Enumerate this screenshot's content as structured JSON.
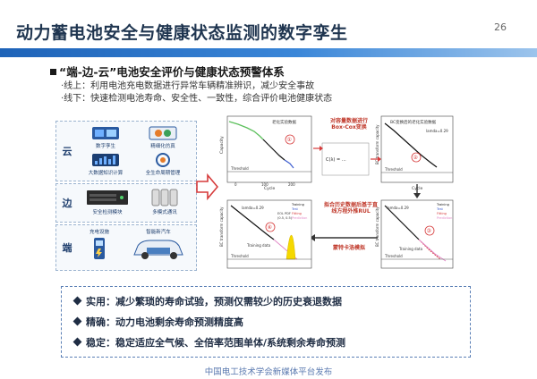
{
  "page": {
    "title": "动力蓄电池安全与健康状态监测的数字孪生",
    "number": "26"
  },
  "section": {
    "heading": "“端-边-云”电池安全评价与健康状态预警体系"
  },
  "bullets": [
    "·线上：利用电池充电数据进行异常车辆精准辨识，减少安全事故",
    "·线下：快速检测电池寿命、安全性、一致性，综合评价电池健康状态"
  ],
  "tiers": [
    {
      "label": "云",
      "items": [
        "数字孪生",
        "精细化仿真",
        "大数据知识计算",
        "全生命周期管理"
      ]
    },
    {
      "label": "边",
      "items": [
        "安全检测模块",
        "多模式通讯"
      ]
    },
    {
      "label": "端",
      "items": [
        "充电设施",
        "智能新汽车"
      ]
    }
  ],
  "charts": {
    "top_left_label": "老化实验数据",
    "top_right_label": "BC变换后的老化实验数据",
    "bottom_left_legend": [
      "Training",
      "Test",
      "Fitting",
      "Prediction"
    ],
    "bottom_right_legend": [
      "Training",
      "Test",
      "Fitting",
      "Prediction"
    ],
    "bottom_left_text": [
      "lamda=0.29",
      "EOL PDF",
      "(0.5, 0.5)"
    ],
    "bottom_right_lamda": "lamda=0.29",
    "top_right_lamda": "lamda=0.29",
    "training_label": "Training data",
    "threshold_label": "Threshold",
    "axis_x": "Cycle",
    "axis_y_left": "Capacity",
    "axis_y_right": "BC transform capacity",
    "ticks_x": [
      "0",
      "100",
      "200"
    ],
    "markers": [
      "①",
      "②",
      "③",
      "④"
    ]
  },
  "callouts": {
    "box_cox": "对容量数据进行\nBox-Cox变换",
    "fit": "拟合历史数据后基于直\n线方程外推RUL",
    "monte_carlo": "蒙特卡洛模拟"
  },
  "benefits": [
    "实用：减少繁琐的寿命试验，预测仅需较少的历史衰退数据",
    "精确：动力电池剩余寿命预测精度高",
    "稳定：稳定适应全气候、全倍率范围单体/系统剩余寿命预测"
  ],
  "footer": "中国电工技术学会新媒体平台发布",
  "colors": {
    "title": "#1f3550",
    "accent": "#1e63b8",
    "callout": "#c0392b",
    "box": "#5a7fb5"
  }
}
